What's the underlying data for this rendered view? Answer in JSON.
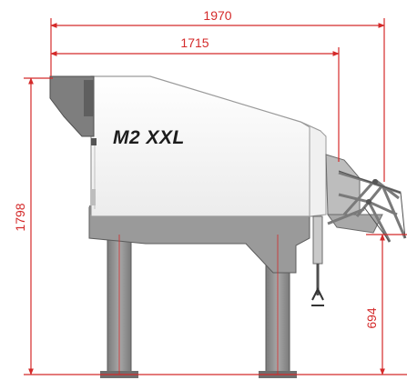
{
  "drawing": {
    "model_label": "M2 XXL",
    "dimensions": {
      "overall_length": "1970",
      "body_length": "1715",
      "overall_height": "1798",
      "hitch_height": "694"
    }
  },
  "colors": {
    "dimension_line": "#d42a2a",
    "body": "#f4f4f4",
    "body_outline": "#9a9a9a",
    "frame": "#8a8a8a",
    "frame_dark": "#6e6e6e",
    "hitch": "#8c8c8c"
  }
}
